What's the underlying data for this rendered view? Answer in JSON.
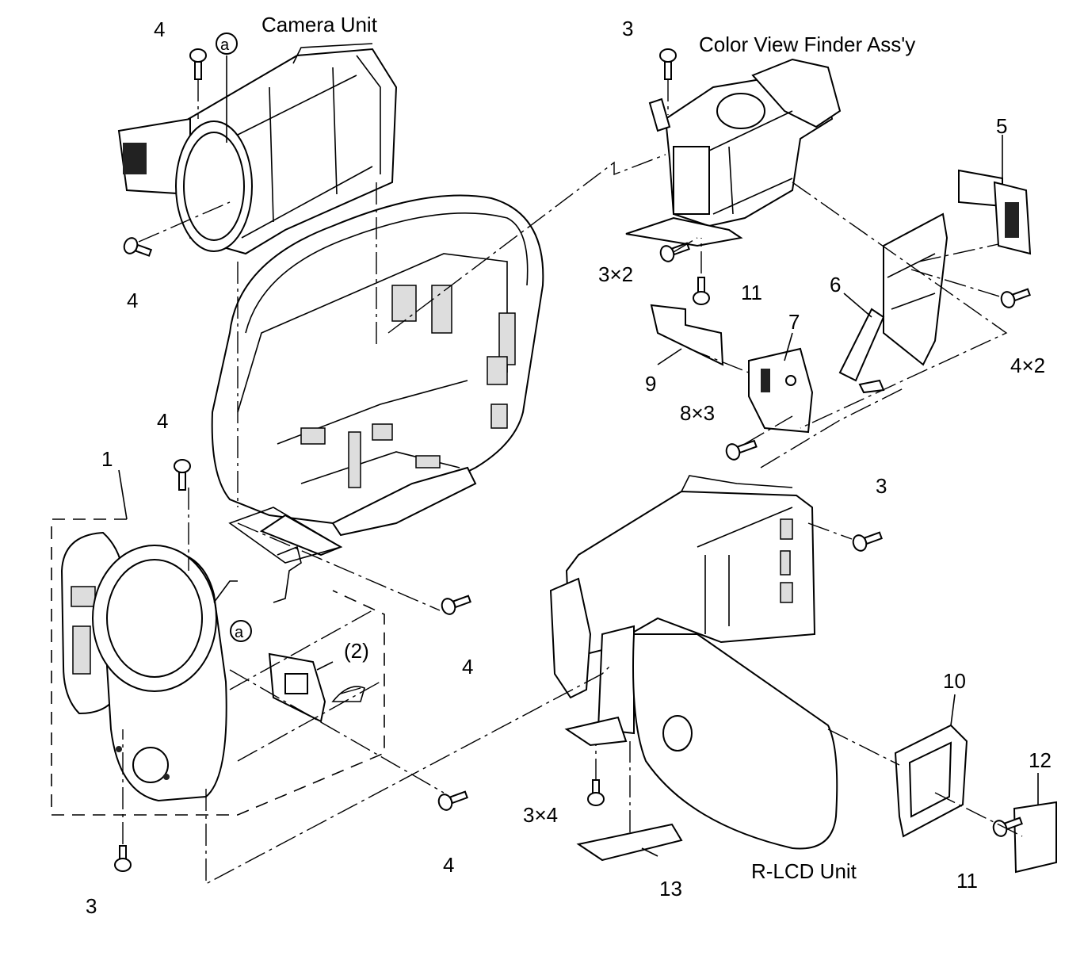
{
  "titles": {
    "camera_unit": "Camera Unit",
    "view_finder": "Color View Finder Ass'y",
    "r_lcd": "R-LCD Unit"
  },
  "callouts": {
    "c4_top": "4",
    "a_top": "a",
    "c4_left": "4",
    "c3_vf": "3",
    "c3x2": "3×2",
    "c11_vf": "11",
    "c5": "5",
    "c6": "6",
    "c7": "7",
    "c9": "9",
    "c8x3": "8×3",
    "c4x2": "4×2",
    "c4_mid": "4",
    "c1": "1",
    "a_bottom": "a",
    "c2": "(2)",
    "c3_right": "3",
    "c4_front": "4",
    "c4_bottom": "4",
    "c3_bottom": "3",
    "c10": "10",
    "c12": "12",
    "c3x4": "3×4",
    "c13": "13",
    "c11_bottom": "11"
  }
}
